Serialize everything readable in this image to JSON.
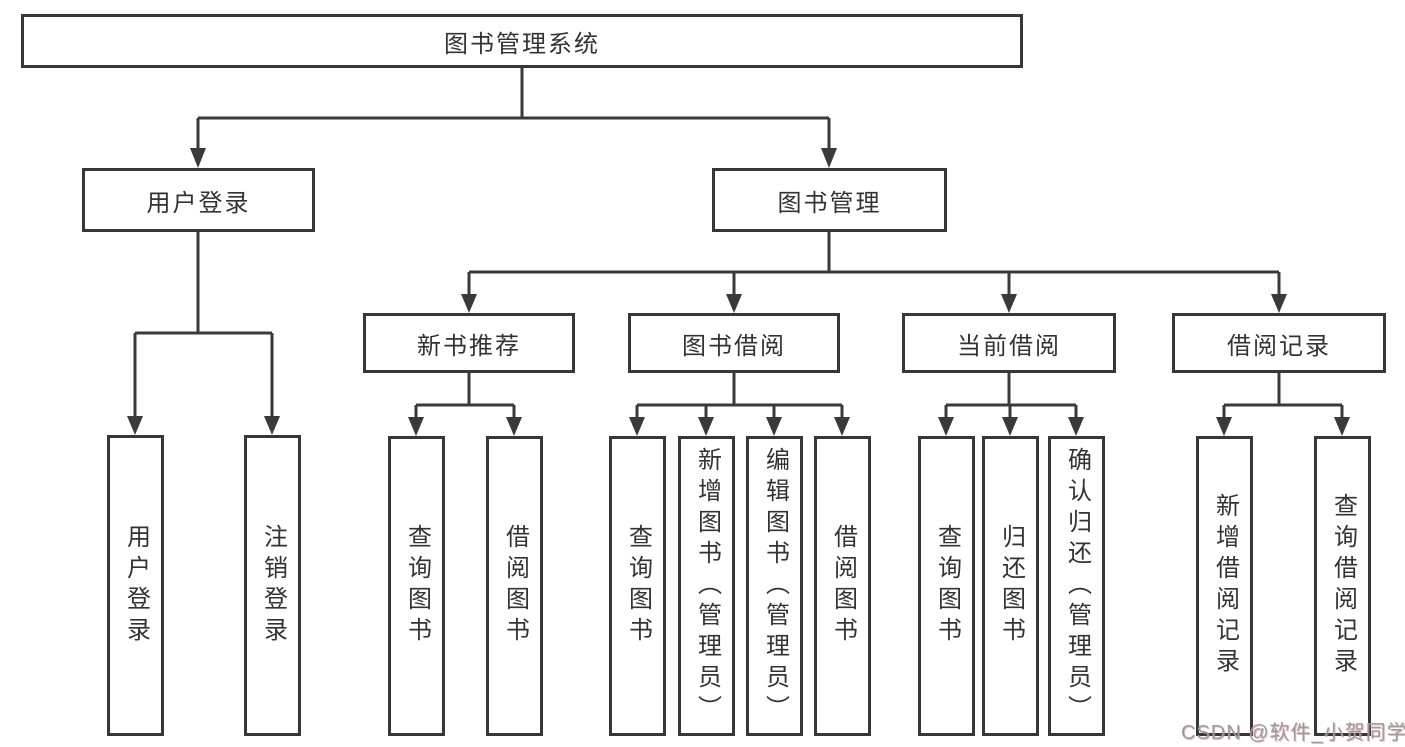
{
  "tree": {
    "root": "图书管理系统",
    "level2": [
      "用户登录",
      "图书管理"
    ],
    "level3": [
      "新书推荐",
      "图书借阅",
      "当前借阅",
      "借阅记录"
    ],
    "leaves": [
      "用户登录",
      "注销登录",
      "查询图书",
      "借阅图书",
      "查询图书",
      "新增图书（管理员）",
      "编辑图书（管理员）",
      "借阅图书",
      "查询图书",
      "归还图书",
      "确认归还（管理员）",
      "新增借阅记录",
      "查询借阅记录"
    ]
  },
  "watermark": "CSDN @软件_小贺同学",
  "colors": {
    "line": "#3a3a3a",
    "box_border": "#373737",
    "text": "#333333",
    "watermark": "#9b9b9b",
    "background": "#ffffff"
  }
}
